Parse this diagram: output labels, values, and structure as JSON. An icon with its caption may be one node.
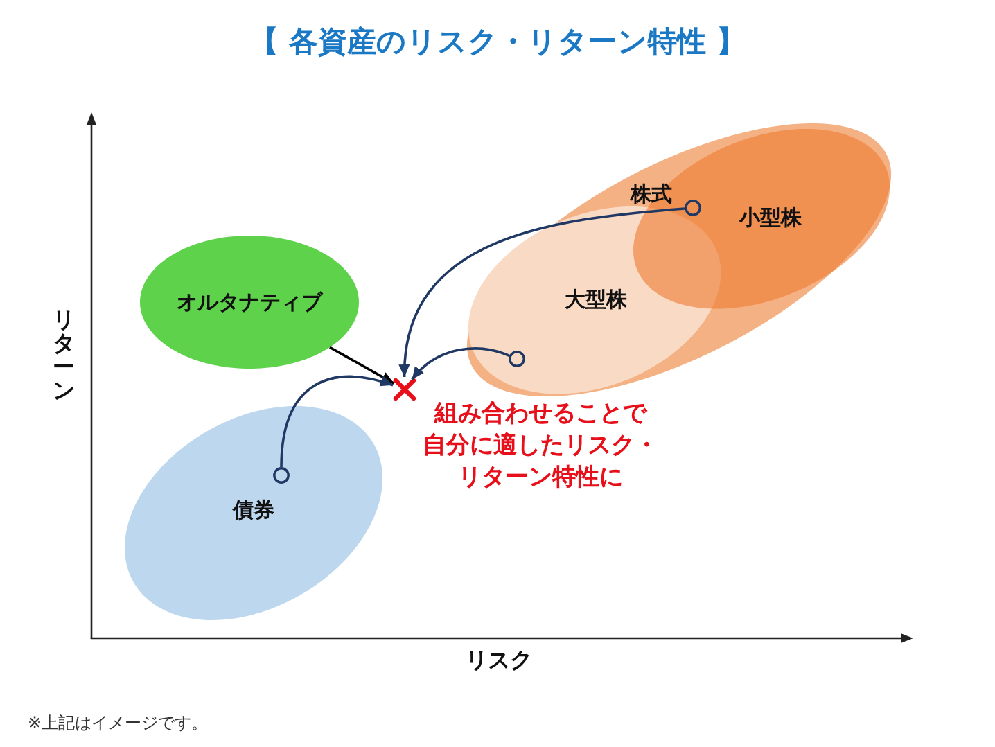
{
  "diagram": {
    "title": "【 各資産のリスク・リターン特性 】",
    "nodes": [
      {
        "text": [
          "株式"
        ]
      },
      {
        "text": [
          "小型株"
        ],
        "in": 0
      },
      {
        "text": [],
        "shape": "circle",
        "in": 1
      },
      {
        "text": [
          "オルタナティブ"
        ]
      },
      {
        "text": [
          "大型株"
        ],
        "in": 0
      },
      {
        "text": [],
        "shape": "circle",
        "in": 4
      },
      {
        "text": [],
        "shape": "cross",
        "beside": [
          "組み合わせることで自分に適したリスク・リターン特性に"
        ]
      },
      {
        "text": [
          "債券"
        ]
      },
      {
        "text": [],
        "shape": "circle",
        "in": 7
      }
    ],
    "edges": [
      {
        "from": 2,
        "to": 6,
        "arrow": "to"
      },
      {
        "from": 3,
        "to": 6,
        "arrow": "to",
        "color": "#000000"
      },
      {
        "from": 5,
        "to": 6,
        "arrow": "to"
      },
      {
        "from": 8,
        "to": 6,
        "arrow": "to"
      }
    ],
    "labels": [
      "リターン",
      "リスク",
      "※上記はイメージです。"
    ]
  }
}
